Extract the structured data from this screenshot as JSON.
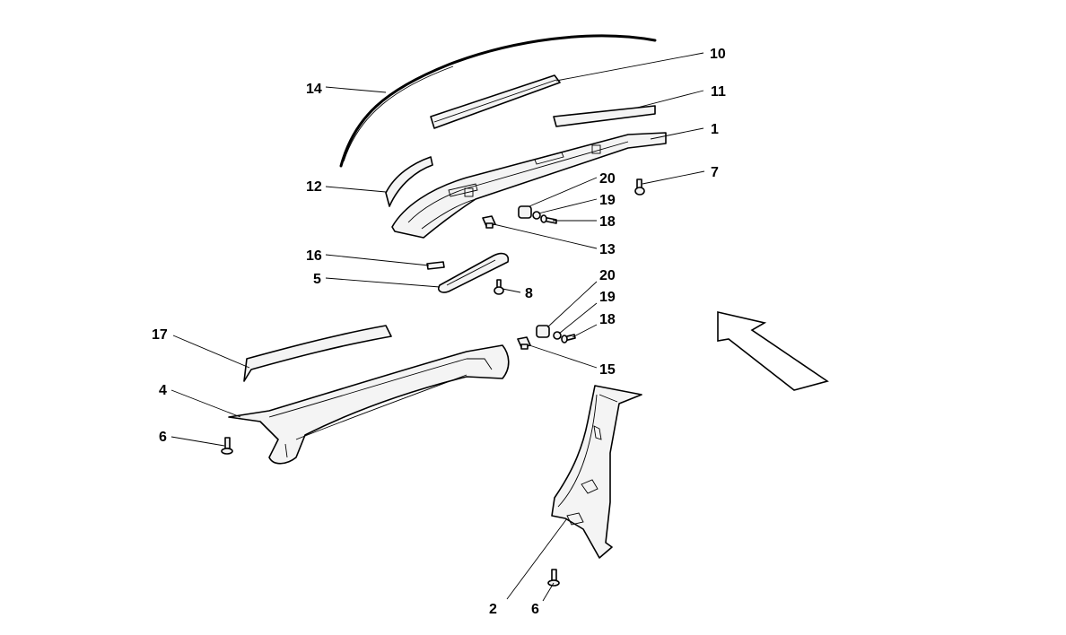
{
  "callouts": {
    "c1": "1",
    "c2": "2",
    "c4": "4",
    "c5": "5",
    "c6a": "6",
    "c6b": "6",
    "c7": "7",
    "c8": "8",
    "c10": "10",
    "c11": "11",
    "c12": "12",
    "c13": "13",
    "c14": "14",
    "c15": "15",
    "c16": "16",
    "c17": "17",
    "c18a": "18",
    "c18b": "18",
    "c19a": "19",
    "c19b": "19",
    "c20a": "20",
    "c20b": "20"
  },
  "colors": {
    "line": "#000000",
    "part_fill": "#f4f4f4",
    "background": "#ffffff"
  }
}
